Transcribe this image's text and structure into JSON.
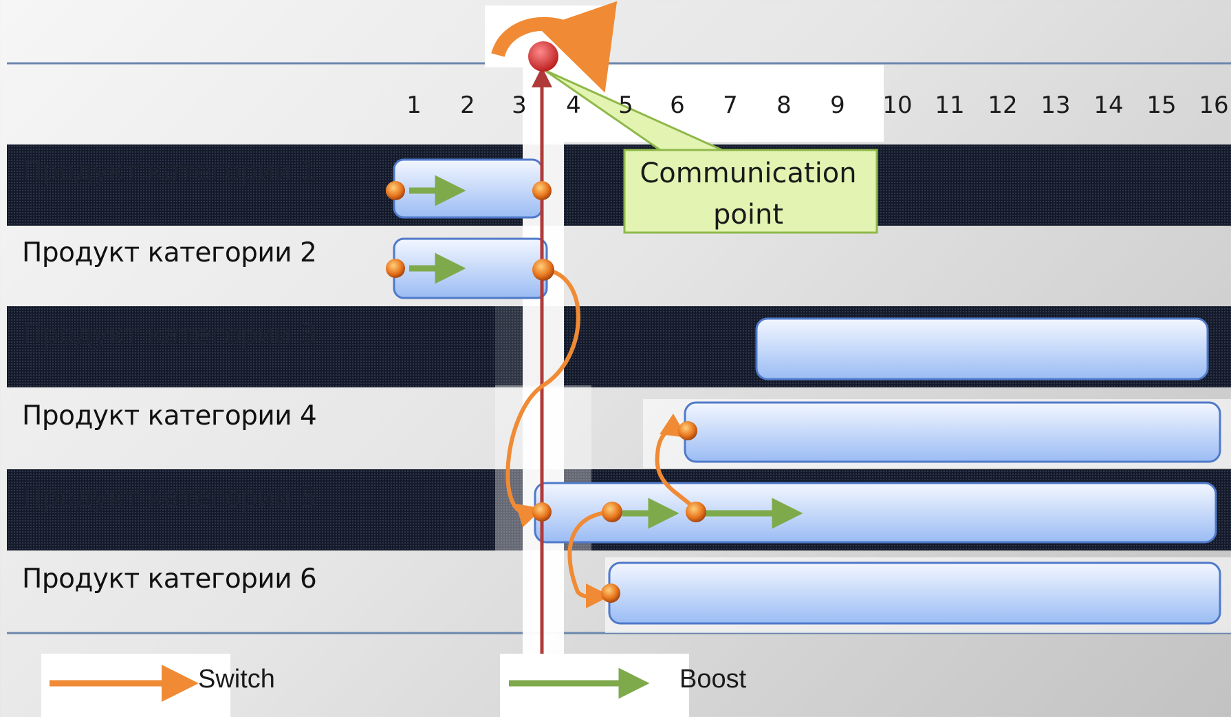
{
  "timeline": {
    "ticks": [
      "1",
      "2",
      "3",
      "4",
      "5",
      "6",
      "7",
      "8",
      "9",
      "10",
      "11",
      "12",
      "13",
      "14",
      "15",
      "16"
    ]
  },
  "rows": [
    {
      "label": "Продукт категории 1"
    },
    {
      "label": "Продукт категории 2"
    },
    {
      "label": "Продукт категории 3"
    },
    {
      "label": "Продукт категории 4"
    },
    {
      "label": "Продукт категории 5"
    },
    {
      "label": "Продукт категории 6"
    }
  ],
  "callout": {
    "line1": "Communication",
    "line2": "point"
  },
  "legend": {
    "switch_label": "Switch",
    "boost_label": "Boost"
  },
  "colors": {
    "dark_band": "#141a2a",
    "bar_fill_top": "#f2f6ff",
    "bar_fill_bottom": "#9dbdf5",
    "bar_stroke": "#4f79c9",
    "switch_arrow": "#f08a34",
    "boost_arrow": "#7faa4c",
    "axis_line": "#b03a3a",
    "callout_fill": "#e3f4b2",
    "callout_stroke": "#8fb84a",
    "divider": "#6b86ac"
  }
}
